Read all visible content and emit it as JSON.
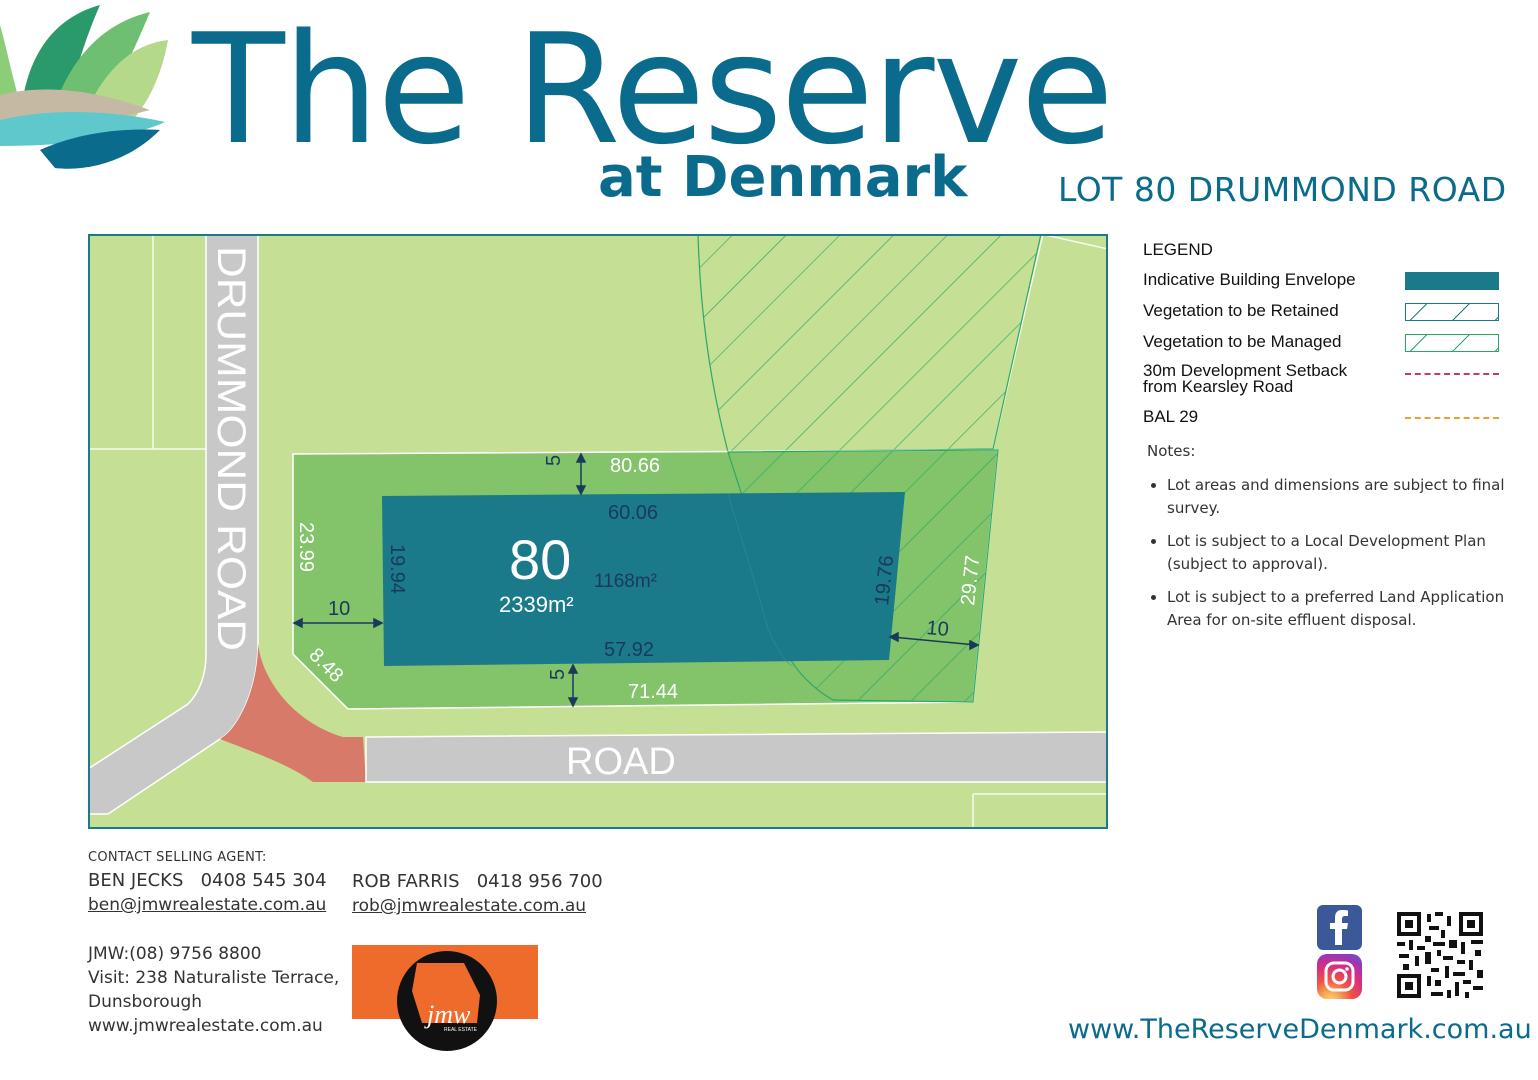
{
  "brand": {
    "title": "The Reserve",
    "subtitle": "at Denmark",
    "logo_icon": "leaf-wave-logo-icon"
  },
  "lot_title": "LOT 80 DRUMMOND ROAD",
  "plan": {
    "road_drummond": "DRUMMOND ROAD",
    "road_bottom": "ROAD",
    "lot_number": "80",
    "lot_area": "2339m²",
    "envelope_area": "1168m²",
    "dimensions": {
      "top_boundary": "80.66",
      "top_envelope": "60.06",
      "bottom_envelope": "57.92",
      "bottom_boundary": "71.44",
      "left_boundary": "23.99",
      "left_envelope": "19.94",
      "right_envelope": "19.76",
      "right_boundary": "29.77",
      "top_setback": "5",
      "bottom_setback": "5",
      "left_setback": "10",
      "right_setback": "10",
      "corner_truncation": "8.48"
    },
    "colors": {
      "grass": "#c5df94",
      "lot": "#83c36a",
      "envelope": "#1a7a8a",
      "road": "#c8c8c8",
      "truncation": "#d87a6a",
      "border": "#1a7a8a"
    }
  },
  "legend": {
    "title": "LEGEND",
    "items": [
      {
        "label": "Indicative Building Envelope"
      },
      {
        "label": "Vegetation to be Retained"
      },
      {
        "label": "Vegetation to be Managed"
      },
      {
        "label_line1": "30m Development Setback",
        "label_line2": "from Kearsley Road"
      },
      {
        "label": "BAL 29"
      }
    ]
  },
  "notes": {
    "title": "Notes:",
    "items": [
      "Lot areas and dimensions are subject to final survey.",
      "Lot is subject to a Local Development Plan (subject to approval).",
      "Lot is subject to a preferred Land Application Area for on-site effluent disposal."
    ]
  },
  "contact": {
    "label": "CONTACT SELLING AGENT:",
    "agent1": {
      "name": "BEN JECKS",
      "phone": "0408 545 304",
      "email": "ben@jmwrealestate.com.au"
    },
    "agent2": {
      "name": "ROB FARRIS",
      "phone": "0418 956 700",
      "email": "rob@jmwrealestate.com.au"
    },
    "office_phone": "JMW:(08) 9756 8800",
    "visit_line1": "Visit: 238 Naturaliste Terrace,",
    "visit_line2": "Dunsborough",
    "office_web": "www.jmwrealestate.com.au"
  },
  "agency_logo": {
    "text": "jmw",
    "subtext": "REAL ESTATE"
  },
  "social": {
    "facebook_icon": "facebook-icon",
    "instagram_icon": "instagram-icon",
    "qr_icon": "qr-code-icon"
  },
  "website": "www.TheReserveDenmark.com.au"
}
